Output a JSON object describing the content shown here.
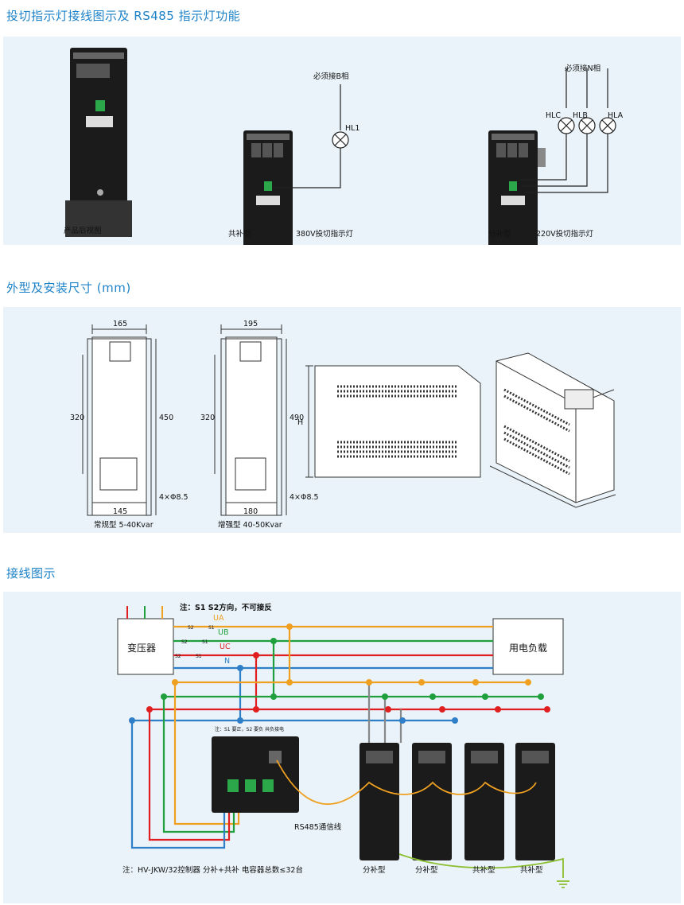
{
  "section1": {
    "title": "投切指示灯接线图示及 RS485 指示灯功能",
    "captions": {
      "rear_view": "产品后视图",
      "co_type": "共补型",
      "lamp_380": "380V投切指示灯",
      "split_type": "分补型",
      "lamp_220": "220V投切指示灯"
    },
    "notes": {
      "must_b": "必须接B相",
      "must_n": "必须接N相"
    },
    "lamps": {
      "hl1": "HL1",
      "hlc": "HLC",
      "hlb": "HLB",
      "hla": "HLA"
    }
  },
  "section2": {
    "title": "外型及安装尺寸 (mm)",
    "regular": {
      "width_top": "165",
      "width_bottom": "145",
      "height_inner": "320",
      "height_outer": "450",
      "hole": "4×Φ8.5",
      "caption": "常规型 5-40Kvar"
    },
    "enhanced": {
      "width_top": "195",
      "width_bottom": "180",
      "height_inner": "320",
      "height_outer": "490",
      "hole": "4×Φ8.5",
      "caption": "增强型 40-50Kvar"
    },
    "side_height": "H"
  },
  "section3": {
    "title": "接线图示",
    "note_ct": "注：S1 S2方向，不可接反",
    "transformer": "变压器",
    "load": "用电负载",
    "phases": [
      "UA",
      "UB",
      "UC",
      "N"
    ],
    "ct_labels": [
      "S2",
      "S1",
      "S2",
      "S1",
      "S2",
      "S1"
    ],
    "controller_note": "注：S1 要正，S2 要负 共负接电",
    "rs485": "RS485通信线",
    "bottom_note": "注：HV-JKW/32控制器 分补+共补 电容器总数≤32台",
    "unit_labels": [
      "分补型",
      "分补型",
      "共补型",
      "共补型"
    ]
  },
  "colors": {
    "accent": "#1d82c8",
    "panel_bg": "#e9f3f9",
    "phase_a": "#f0a020",
    "phase_b": "#1fa03c",
    "phase_c": "#e02020",
    "neutral": "#2f7fc8"
  }
}
